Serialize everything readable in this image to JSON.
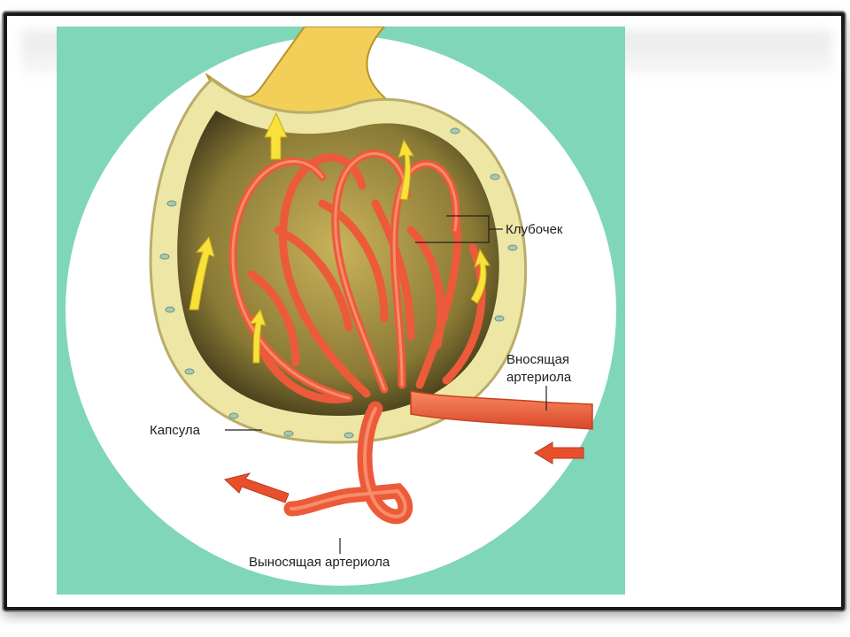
{
  "diagram": {
    "labels": {
      "glomerulus": "Клубочек",
      "afferent_line1": "Вносящая",
      "afferent_line2": "артериола",
      "capsule": "Капсула",
      "efferent": "Выносящая артериола"
    },
    "colors": {
      "background_mint": "#7fd6b9",
      "capsule_yellow": "#f3cf5a",
      "vessel_red": "#ec5a3a",
      "flow_arrow_yellow": "#f7e13a",
      "blood_arrow_red": "#e8502c"
    }
  }
}
